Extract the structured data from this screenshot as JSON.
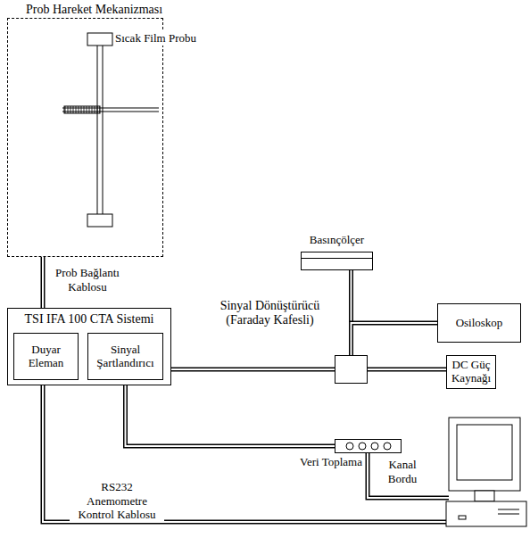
{
  "diagram": {
    "nodes": [
      {
        "text": [
          "Prob Hareket Mekanizması"
        ]
      },
      {
        "text": [
          "Basınçölçer"
        ]
      },
      {
        "text": [
          "Osiloskop"
        ]
      },
      {
        "text": [
          "TSI IFA 100 CTA Sistemi"
        ]
      },
      {
        "text": [
          "Duyar Eleman"
        ],
        "in": 3
      },
      {
        "text": [
          "Sinyal Şartlandırıcı"
        ],
        "in": 3
      },
      {
        "text": [
          "Sinyal Dönüştürücü (Faraday Kafesli)"
        ]
      },
      {
        "text": [
          "DC Güç Kaynağı"
        ]
      },
      {
        "text": [
          "Veri Toplama"
        ]
      }
    ],
    "edges": [
      {
        "from": 0,
        "to": 3,
        "arrow": "none",
        "label": "Prob Bağlantı Kablosu"
      },
      {
        "from": 3,
        "to": 6,
        "arrow": "none"
      },
      {
        "from": 6,
        "to": 1,
        "arrow": "none"
      },
      {
        "from": 6,
        "to": 2,
        "arrow": "none"
      },
      {
        "from": 6,
        "to": 7,
        "arrow": "none"
      },
      {
        "from": 5,
        "to": 8,
        "arrow": "none"
      }
    ],
    "labels": [
      "Sıcak Film Probu",
      "RS232 Anemometre Kontrol Kablosu",
      "Kanal Bordu"
    ]
  }
}
